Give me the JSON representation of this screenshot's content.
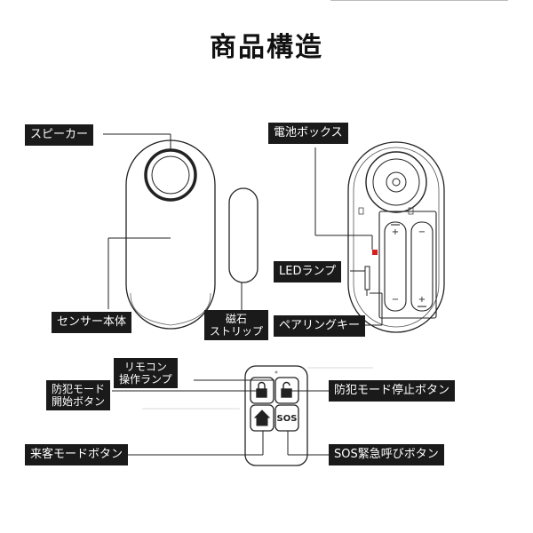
{
  "title": "商品構造",
  "labels": {
    "speaker": "スピーカー",
    "sensor_body": "センサー本体",
    "magnet_line1": "磁石",
    "magnet_line2": "ストリップ",
    "battery_box": "電池ボックス",
    "led_lamp": "LEDランプ",
    "pairing_key": "ペアリングキー",
    "remote_lamp_line1": "リモコン",
    "remote_lamp_line2": "操作ランプ",
    "arm_start_line1": "防犯モード",
    "arm_start_line2": "開始ボタン",
    "arm_stop": "防犯モード停止ボタン",
    "guest_mode": "来客モードボタン",
    "sos_button": "SOS緊急呼びボタン"
  },
  "remote_buttons": {
    "sos_text": "SOS"
  },
  "colors": {
    "label_bg": "#1a1a1a",
    "label_text": "#ffffff",
    "line": "#222222",
    "led": "#d62020"
  }
}
